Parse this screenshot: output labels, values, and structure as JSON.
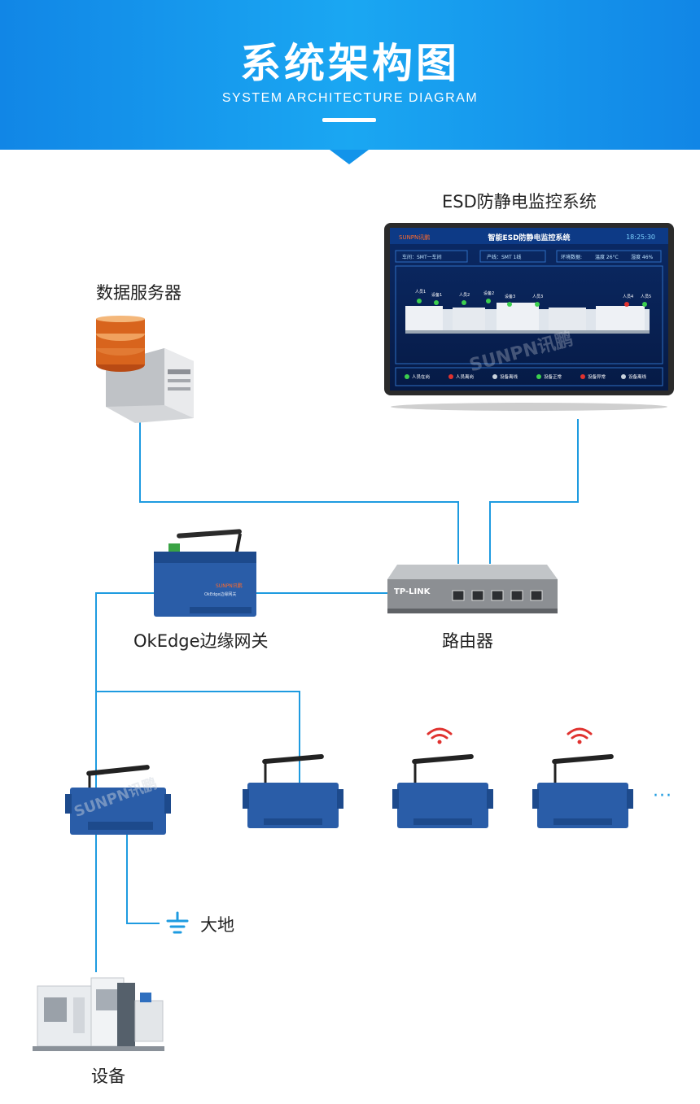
{
  "header": {
    "title": "系统架构图",
    "subtitle": "SYSTEM ARCHITECTURE DIAGRAM"
  },
  "nodes": {
    "monitor_system": "ESD防静电监控系统",
    "data_server": "数据服务器",
    "edge_gateway": "OkEdge边缘网关",
    "router": "路由器",
    "ground": "大地",
    "equipment": "设备"
  },
  "screen": {
    "brand": "SUNPN讯鹏",
    "title": "智能ESD防静电监控系统",
    "clock": "18:25:30",
    "info_workshop": "车间：SMT一车间",
    "info_line": "产线：SMT 1线",
    "info_env": "环境数据:",
    "info_temp": "温度 26°C",
    "info_humidity": "湿度 46%",
    "station_labels": [
      "人员1",
      "设备1",
      "人员2",
      "设备2",
      "设备3",
      "人员3",
      "人员4",
      "人员5"
    ],
    "legend": [
      "人员在岗",
      "人员离岗",
      "设备离线",
      "设备正常",
      "设备异常",
      "设备离线"
    ]
  },
  "router_brand": "TP-LINK",
  "gateway_caption": "OkEdge边缘网关",
  "watermark": "SUNPN讯鹏",
  "ellipsis": "···",
  "colors": {
    "header_blue": "#1394ea",
    "line_blue": "#1e9be0",
    "device_blue": "#2a5da8",
    "wifi_red": "#e0322f"
  }
}
